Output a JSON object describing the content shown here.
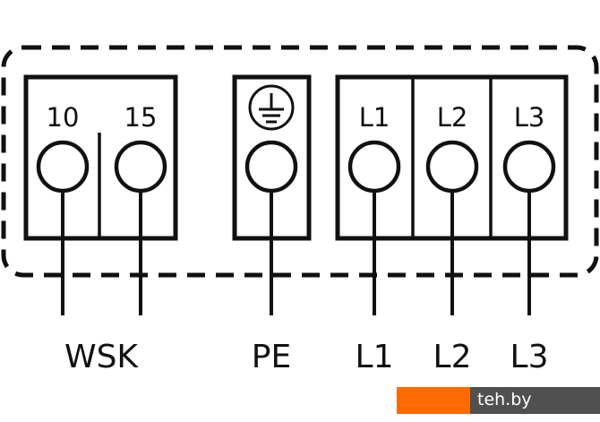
{
  "terminals": {
    "wsk": {
      "pins": [
        "10",
        "15"
      ],
      "label": "WSK"
    },
    "pe": {
      "symbol": "ground-icon",
      "label": "PE"
    },
    "power": {
      "pins": [
        "L1",
        "L2",
        "L3"
      ],
      "labels": [
        "L1",
        "L2",
        "L3"
      ]
    }
  },
  "watermark": {
    "text": "teh.by",
    "colors": {
      "orange": "#ff6a00",
      "grey": "#505050"
    }
  }
}
